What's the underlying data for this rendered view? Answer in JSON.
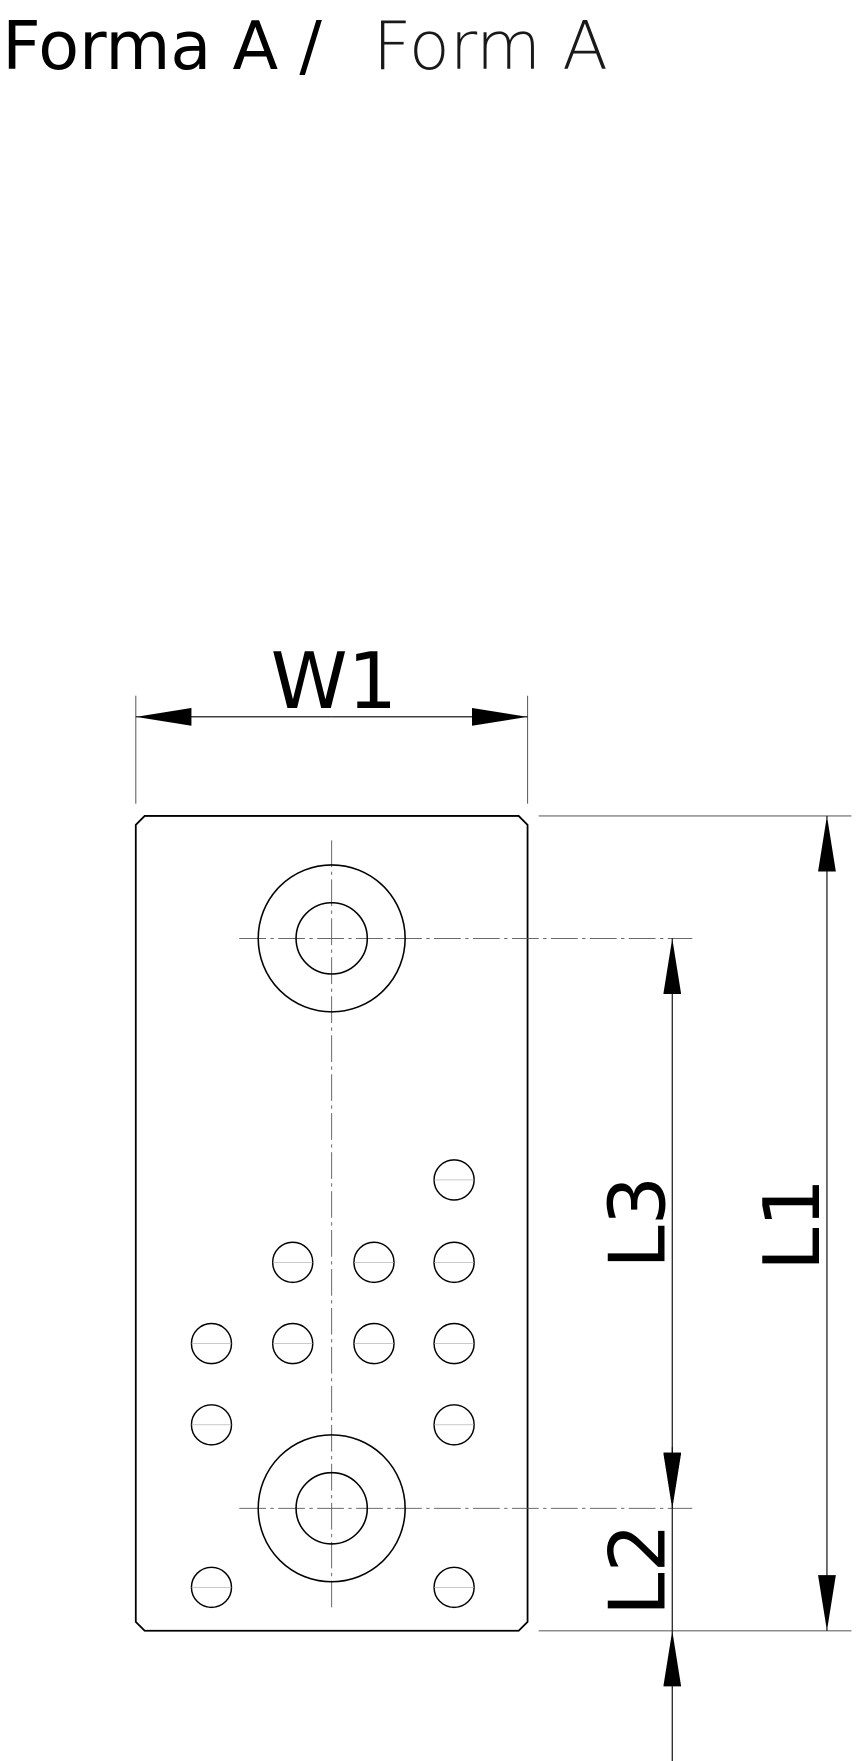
{
  "title": {
    "primary": "Forma A /",
    "secondary": "Form A"
  },
  "dimensions": {
    "w1": "W1",
    "l1": "L1",
    "l2": "L2",
    "l3": "L3"
  },
  "colors": {
    "line": "#000000",
    "thin": "#555555"
  }
}
